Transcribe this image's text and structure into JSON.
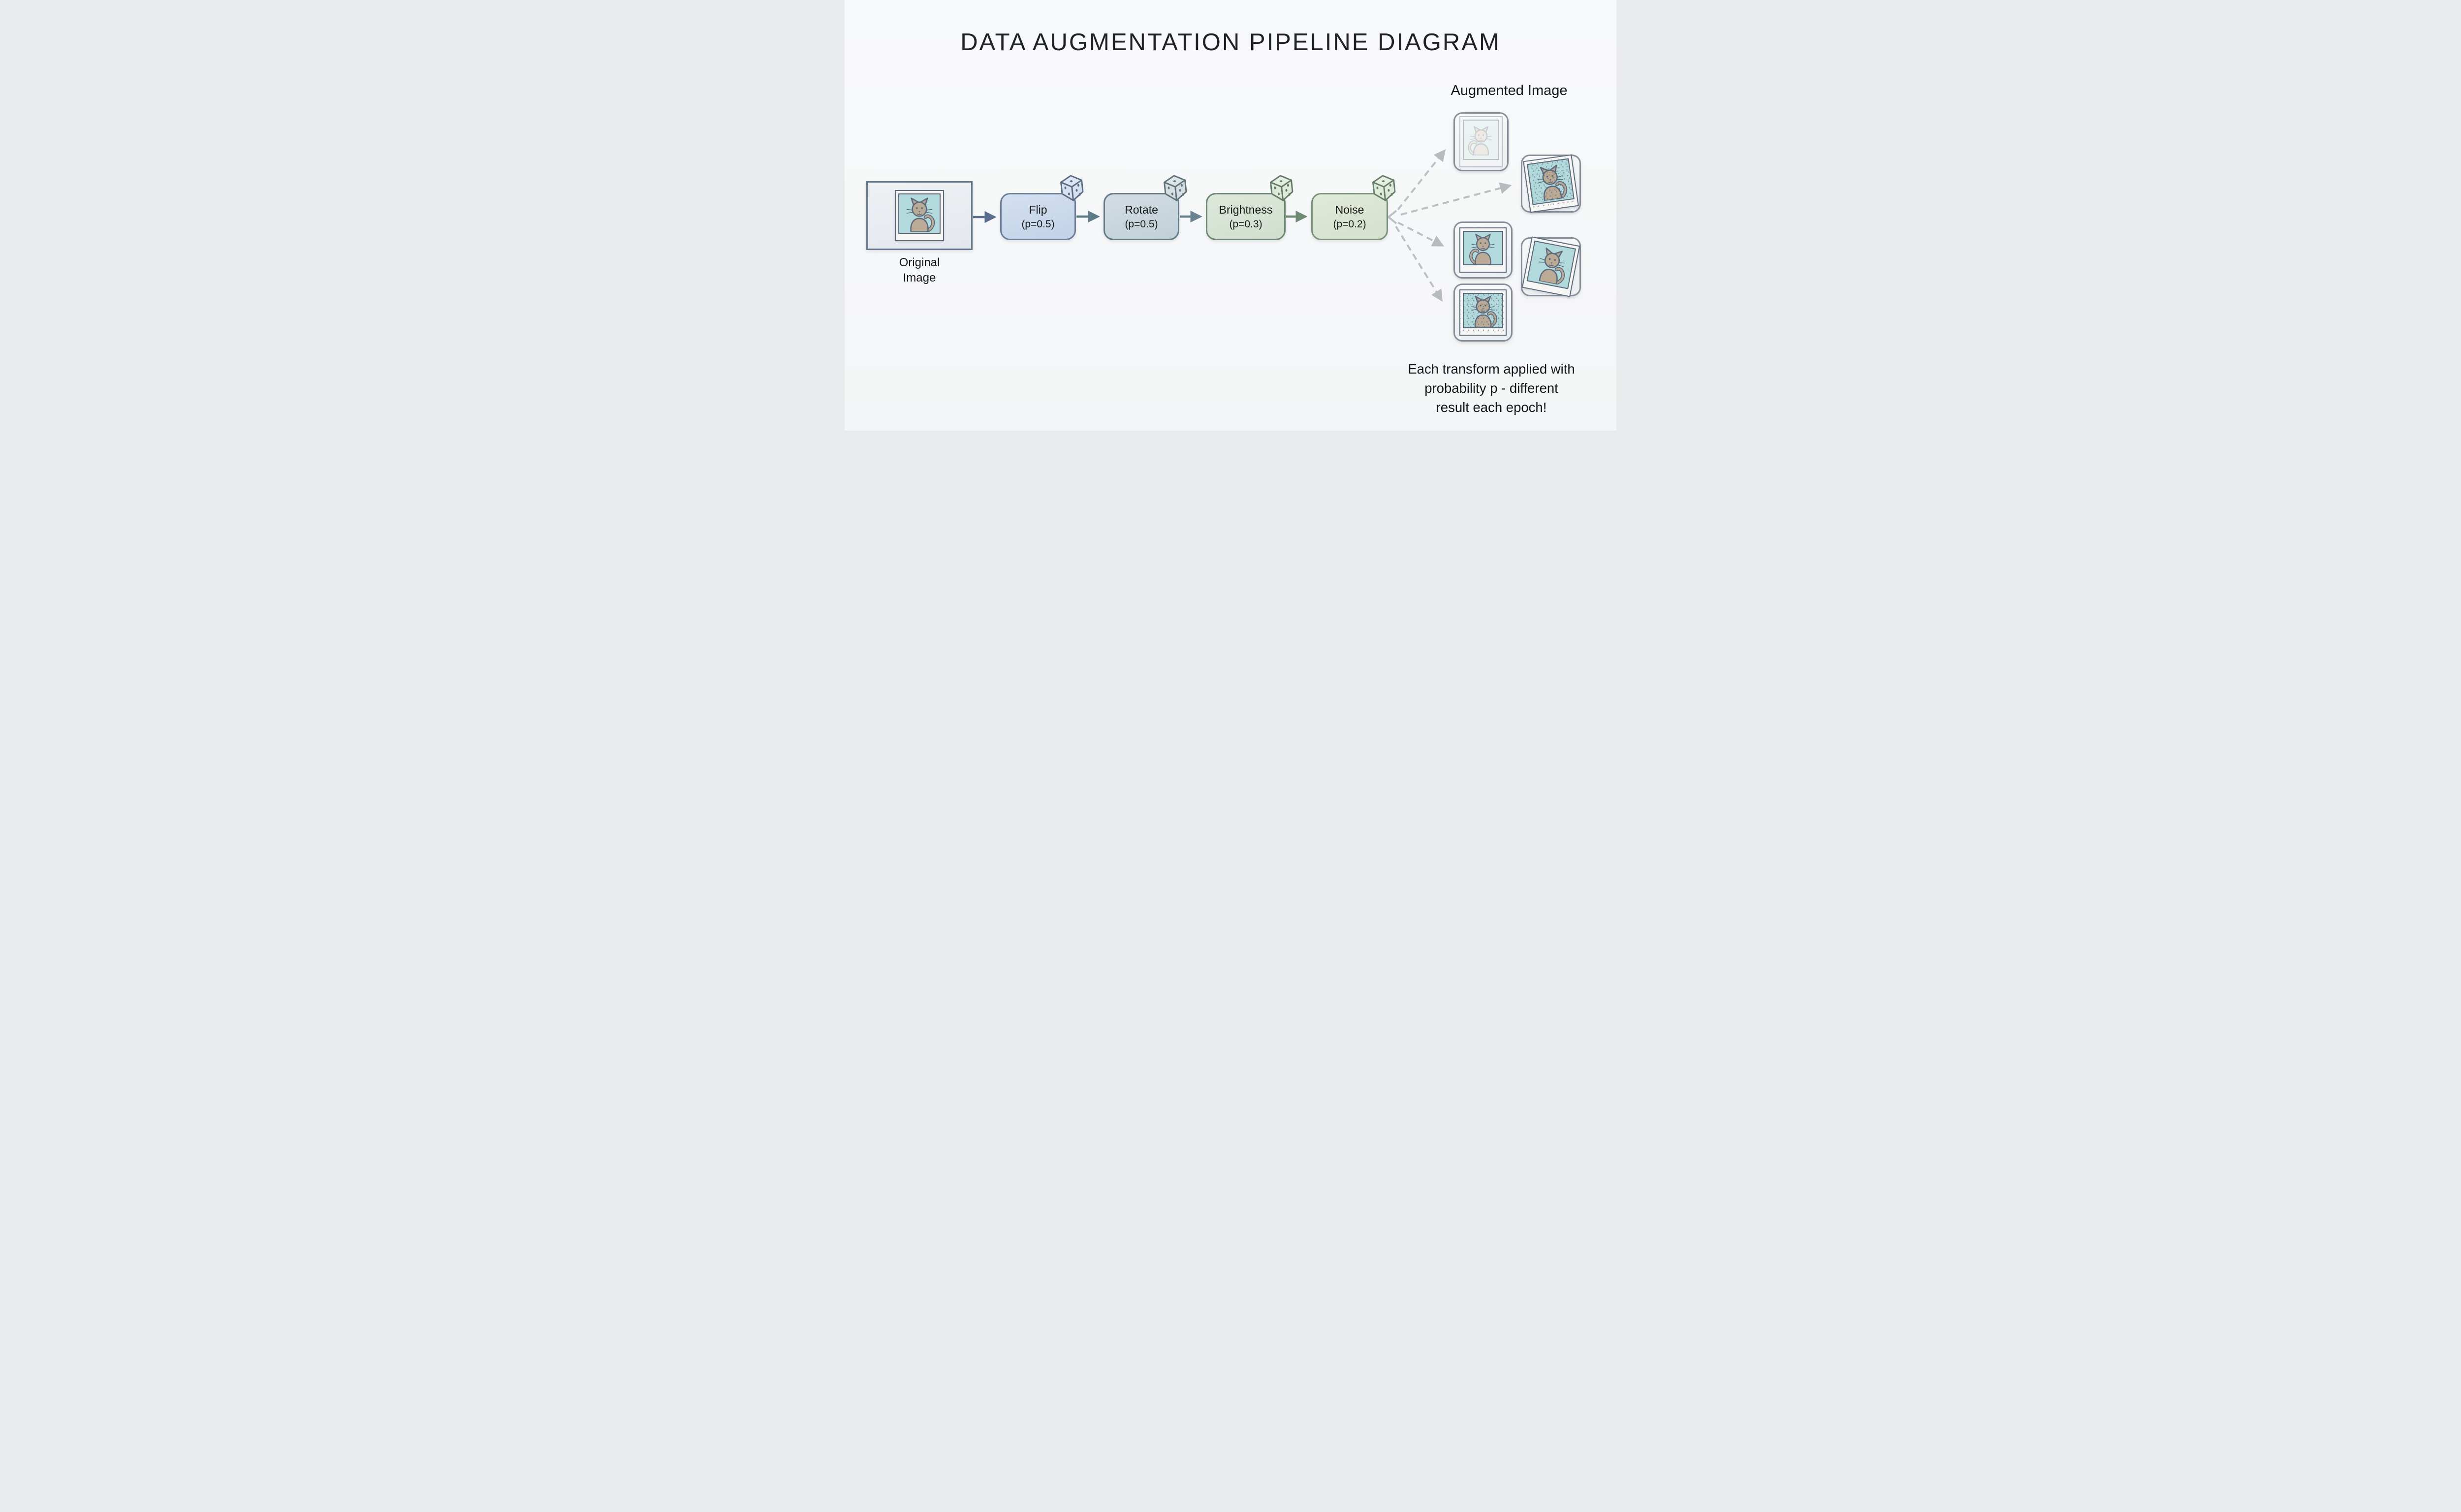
{
  "title": "DATA AUGMENTATION PIPELINE DIAGRAM",
  "input": {
    "label_lines": [
      "Original",
      "Image"
    ]
  },
  "pipeline": [
    {
      "name": "Flip",
      "prob": "(p=0.5)"
    },
    {
      "name": "Rotate",
      "prob": "(p=0.5)"
    },
    {
      "name": "Brightness",
      "prob": "(p=0.3)"
    },
    {
      "name": "Noise",
      "prob": "(p=0.2)"
    }
  ],
  "output": {
    "heading": "Augmented Image",
    "variants": [
      "brightened + flipped",
      "rotated + noisy",
      "flipped",
      "rotated",
      "noisy"
    ]
  },
  "caption": {
    "lines": [
      "Each transform applied with",
      "probability p - different",
      "result each epoch!"
    ]
  },
  "icons": {
    "dice": "3d-dice",
    "photo": "cat-polaroid"
  },
  "colors": {
    "background": "#f7f8f8",
    "text": "#1b1c1e",
    "flip_fill": "#c9d8ea",
    "flip_border": "#6d7e99",
    "rotate_fill": "#c9d6dc",
    "rotate_border": "#647a84",
    "brightness_fill": "#d8e3d4",
    "brightness_border": "#6d8870",
    "noise_fill": "#dbe5d1",
    "noise_border": "#7a927d",
    "arrow_to_flip": "#5b6e8e",
    "arrow_to_rotate": "#5e7b85",
    "arrow_to_brightness": "#6b8291",
    "arrow_to_noise": "#6f8b74",
    "dashed_arrow": "#b7babe",
    "photo_teal": "#b2dadd",
    "cat_fill": "#bbaa96",
    "cat_line": "#5d6b7d"
  }
}
